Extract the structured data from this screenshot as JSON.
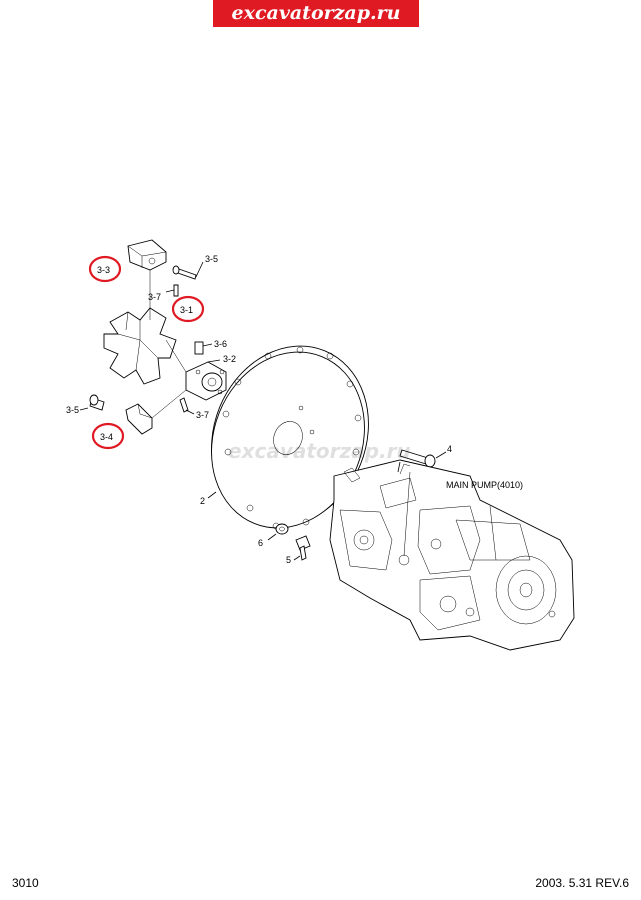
{
  "banner": {
    "text": "excavatorzap.ru"
  },
  "watermark": {
    "text": "excavatorzap.ru"
  },
  "labels": {
    "p3_5_top": "3-5",
    "p3_3": "3-3",
    "p3_7_top": "3-7",
    "p3_1": "3-1",
    "p3_6": "3-6",
    "p3_2": "3-2",
    "p3_5_bottom": "3-5",
    "p3_7_bottom": "3-7",
    "p3_4": "3-4",
    "p4": "4",
    "p2": "2",
    "p6": "6",
    "p5": "5",
    "main_pump": "MAIN PUMP(4010)"
  },
  "highlight_color": "#e01a23",
  "footer": {
    "page": "3010",
    "revision": "2003. 5.31  REV.6"
  }
}
